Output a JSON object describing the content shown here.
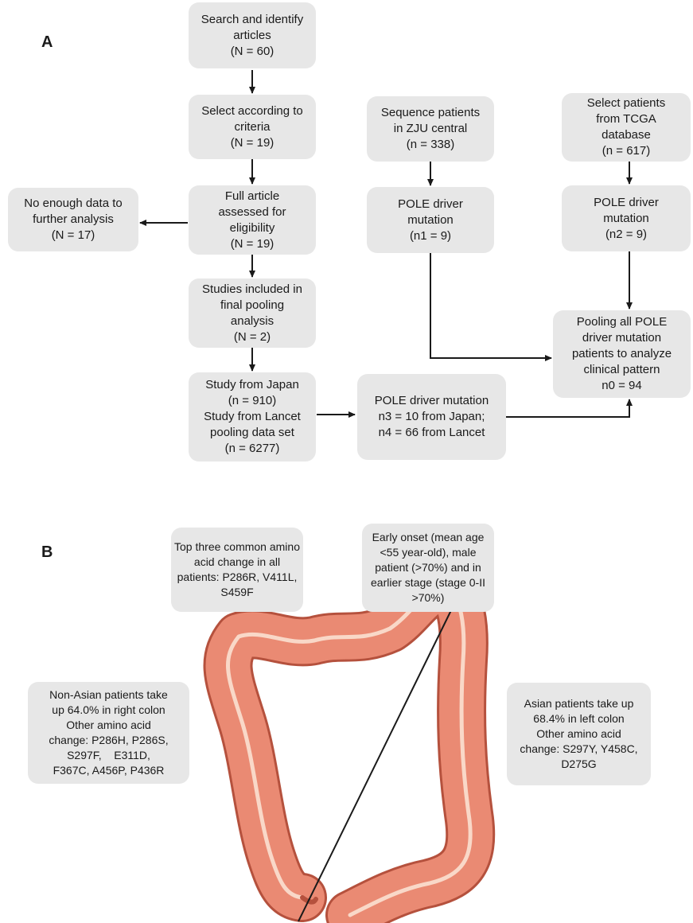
{
  "panels": {
    "a": "A",
    "b": "B"
  },
  "flow": {
    "search": [
      "Search and identify",
      "articles",
      "(N = 60)"
    ],
    "select": [
      "Select according to",
      "criteria",
      "(N = 19)"
    ],
    "full_article": [
      "Full article",
      "assessed for",
      "eligibility",
      "(N = 19)"
    ],
    "no_data": [
      "No enough data to",
      "further analysis",
      "(N = 17)"
    ],
    "studies": [
      "Studies included in",
      "final pooling",
      "analysis",
      "(N = 2)"
    ],
    "japan": [
      "Study from Japan",
      "(n = 910)",
      "Study from Lancet",
      "pooling data set",
      "(n = 6277)"
    ],
    "pole_n34": [
      "POLE driver mutation",
      "n3 = 10 from Japan;",
      "n4 = 66 from Lancet"
    ],
    "zju": [
      "Sequence patients",
      "in ZJU central",
      "(n = 338)"
    ],
    "pole_n1": [
      "POLE driver",
      "mutation",
      "(n1 = 9)"
    ],
    "tcga": [
      "Select patients",
      "from TCGA",
      "database",
      "(n = 617)"
    ],
    "pole_n2": [
      "POLE driver",
      "mutation",
      "(n2 = 9)"
    ],
    "pooling": [
      "Pooling all POLE",
      "driver mutation",
      "patients to analyze",
      "clinical pattern",
      "n0 = 94"
    ]
  },
  "findings": {
    "top_three": [
      "Top three common amino",
      "acid change in all",
      "patients: P286R, V411L,",
      "S459F"
    ],
    "early_onset": [
      "Early onset (mean age",
      "<55 year-old), male",
      "patient (>70%) and in",
      "earlier stage (stage 0-II",
      ">70%)"
    ],
    "non_asian": [
      "Non-Asian patients take",
      "up 64.0% in right colon",
      "Other amino acid",
      "change: P286H, P286S,",
      "S297F,    E311D,",
      "F367C, A456P, P436R"
    ],
    "asian": [
      "Asian patients take up",
      "68.4% in left colon",
      "Other amino acid",
      "change: S297Y, Y458C,",
      "D275G"
    ]
  },
  "colors": {
    "box_fill": "#e7e7e7",
    "arrow": "#1a1a1a",
    "colon_fill": "#ea8a73",
    "colon_outline": "#b5513d",
    "colon_highlight": "#f9d8c8"
  },
  "icons": {
    "colon": "large-intestine-illustration"
  }
}
